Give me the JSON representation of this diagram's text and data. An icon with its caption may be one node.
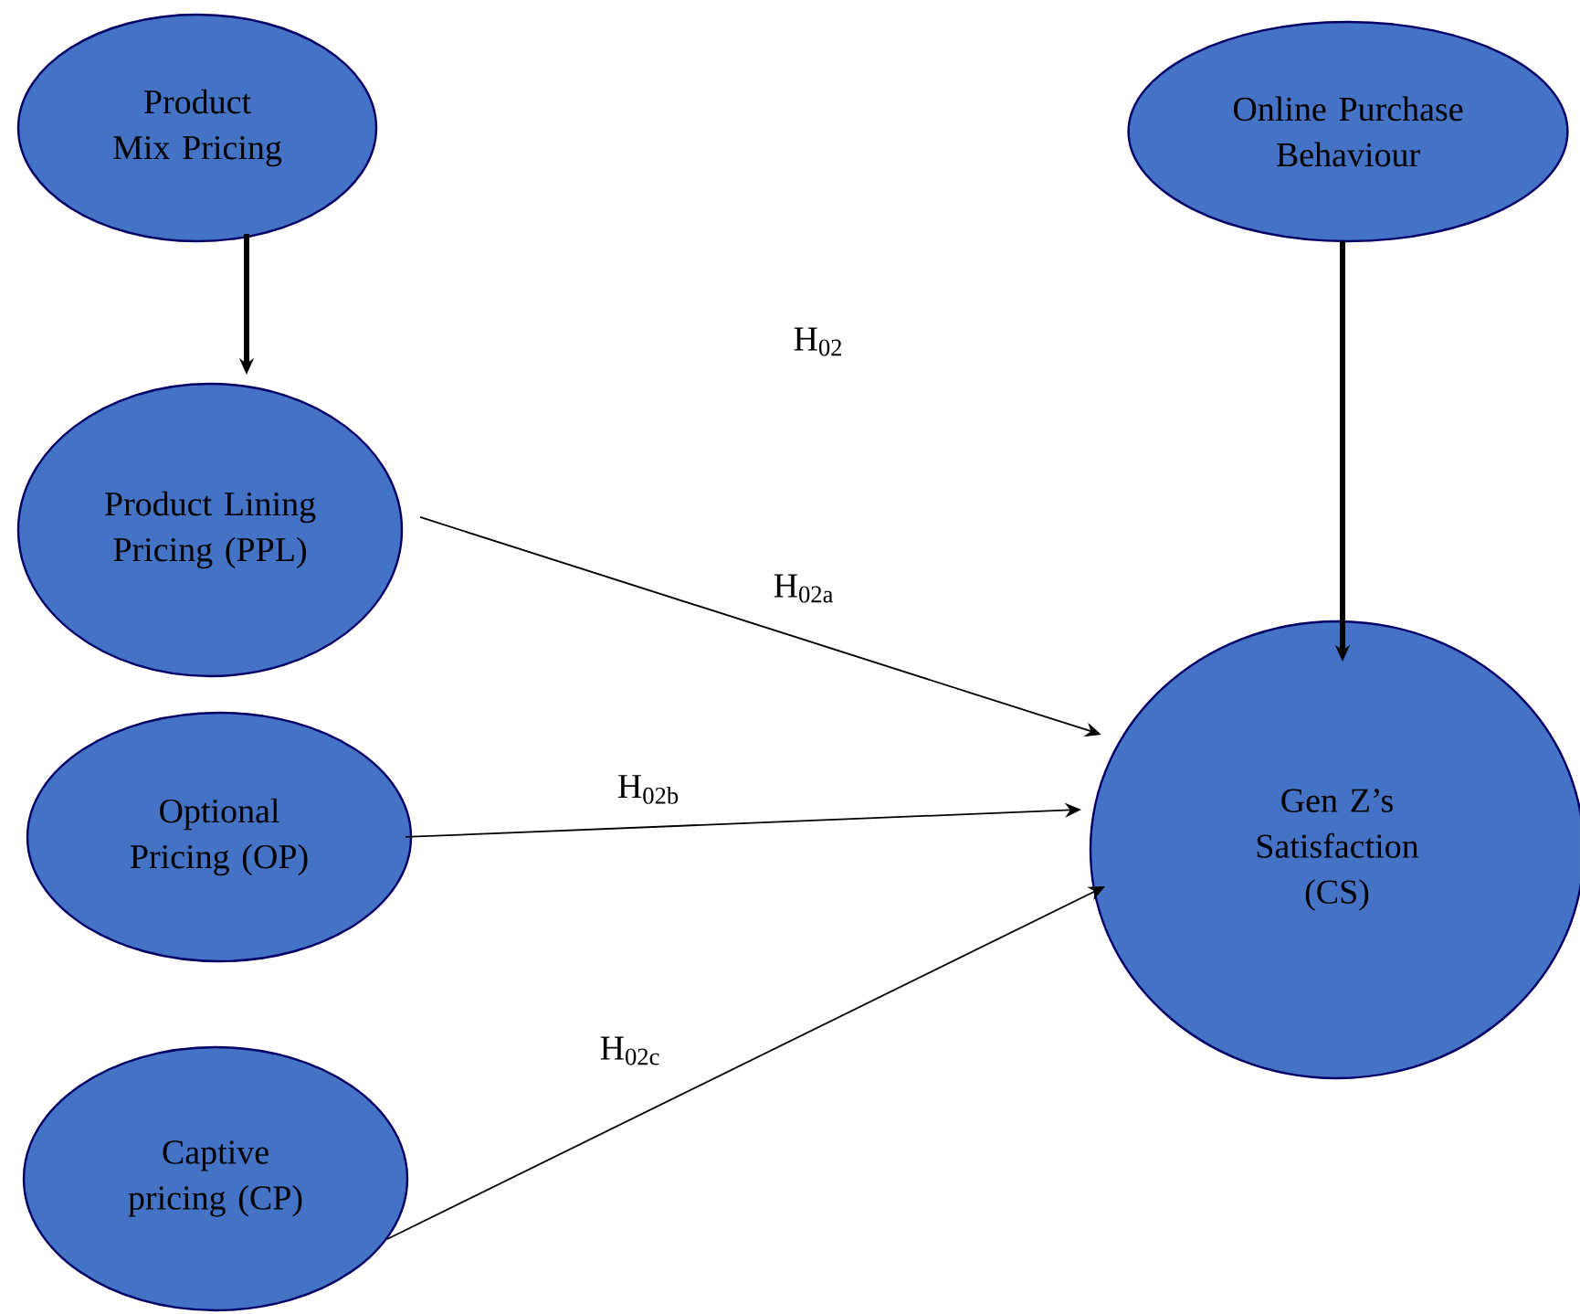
{
  "diagram": {
    "nodes": [
      {
        "text": [
          "Product Mix Pricing"
        ]
      },
      {
        "text": [
          "Online Purchase Behaviour"
        ]
      },
      {
        "text": [
          "Product Lining Pricing (PPL)"
        ]
      },
      {
        "text": [
          "Optional Pricing (OP)"
        ]
      },
      {
        "text": [
          "Captive pricing (CP)"
        ]
      },
      {
        "text": [
          "Gen Z’s Satisfaction (CS)"
        ]
      }
    ],
    "edges": [
      {
        "from": 0,
        "to": 2,
        "arrow": "to",
        "style": "thick"
      },
      {
        "from": 1,
        "to": 5,
        "arrow": "to",
        "style": "thick"
      },
      {
        "from": 2,
        "to": 5,
        "arrow": "to",
        "label": "H$_{02a}$"
      },
      {
        "from": 3,
        "to": 5,
        "arrow": "to",
        "label": "H$_{02b}$"
      },
      {
        "from": 4,
        "to": 5,
        "arrow": "to",
        "label": "H$_{02c}$"
      }
    ],
    "labels": [
      "H$_{02}$"
    ]
  }
}
